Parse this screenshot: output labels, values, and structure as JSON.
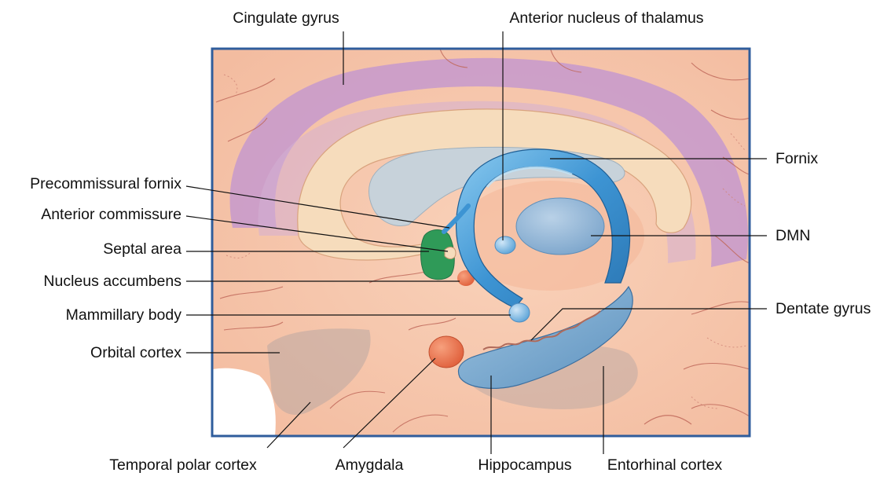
{
  "labels": {
    "cingulate_gyrus": "Cingulate gyrus",
    "anterior_nucleus_thalamus": "Anterior nucleus of thalamus",
    "fornix": "Fornix",
    "precommissural_fornix": "Precommissural fornix",
    "anterior_commissure": "Anterior commissure",
    "septal_area": "Septal area",
    "dmn": "DMN",
    "nucleus_accumbens": "Nucleus accumbens",
    "mammillary_body": "Mammillary body",
    "dentate_gyrus": "Dentate gyrus",
    "orbital_cortex": "Orbital cortex",
    "temporal_polar_cortex": "Temporal polar cortex",
    "amygdala": "Amygdala",
    "hippocampus": "Hippocampus",
    "entorhinal_cortex": "Entorhinal cortex"
  },
  "colors": {
    "frame_border": "#2f5d9c",
    "brain_tissue": "#f7c9ad",
    "cingulate": "#c89bc9",
    "corpus_callosum": "#f6dcbc",
    "ventricle": "#c7d2da",
    "fornix": "#3d94d3",
    "fornix_light": "#7fc0ea",
    "dmn": "#8fb4d6",
    "septal_area": "#2f9a58",
    "amygdala": "#e76f4a",
    "nucleus_accumbens": "#e76f4a",
    "hippocampus": "#6fa0c6",
    "shadow_regions": "#b9a7a3",
    "sulcus_lines": "#c0685a",
    "leader_lines": "#111111"
  }
}
